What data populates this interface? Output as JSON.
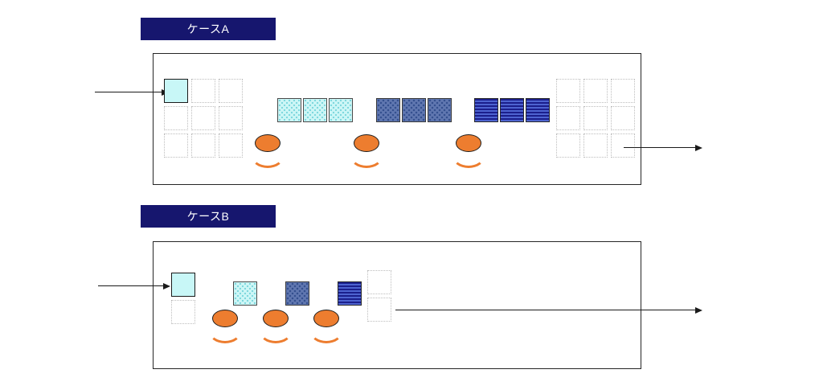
{
  "diagram": {
    "title_case_a": "ケースA",
    "title_case_b": "ケースB",
    "legend": {
      "solid_cyan": "untreated-part",
      "dot_cyan": "stage-1-part",
      "dot_blue": "stage-2-part",
      "stripe_navy": "stage-3-part",
      "empty": "empty-slot",
      "worker": "worker"
    }
  },
  "case_a": {
    "label": "ケースA",
    "input_arrow": "input-arrow",
    "output_arrow": "output-arrow",
    "input_grid": {
      "rows": 3,
      "cols": 3,
      "cells": [
        [
          "solid-cyan",
          "empty",
          "empty"
        ],
        [
          "empty",
          "empty",
          "empty"
        ],
        [
          "empty",
          "empty",
          "empty"
        ]
      ]
    },
    "stations": [
      {
        "name": "station-1",
        "tiles": [
          "dot-cyan",
          "dot-cyan",
          "dot-cyan"
        ],
        "worker": true
      },
      {
        "name": "station-2",
        "tiles": [
          "dot-blue",
          "dot-blue",
          "dot-blue"
        ],
        "worker": true
      },
      {
        "name": "station-3",
        "tiles": [
          "stripe-navy",
          "stripe-navy",
          "stripe-navy"
        ],
        "worker": true
      }
    ],
    "output_grid": {
      "rows": 3,
      "cols": 3,
      "cells": [
        [
          "empty",
          "empty",
          "empty"
        ],
        [
          "empty",
          "empty",
          "empty"
        ],
        [
          "empty",
          "empty",
          "empty"
        ]
      ]
    }
  },
  "case_b": {
    "label": "ケースB",
    "input_arrow": "input-arrow",
    "output_arrow": "output-arrow",
    "input_stack": [
      "solid-cyan",
      "empty"
    ],
    "stations": [
      {
        "name": "station-1",
        "tiles": [
          "dot-cyan"
        ],
        "worker": true
      },
      {
        "name": "station-2",
        "tiles": [
          "dot-blue"
        ],
        "worker": true
      },
      {
        "name": "station-3",
        "tiles": [
          "stripe-navy"
        ],
        "worker": true
      }
    ],
    "output_stack": [
      "empty",
      "empty"
    ]
  }
}
